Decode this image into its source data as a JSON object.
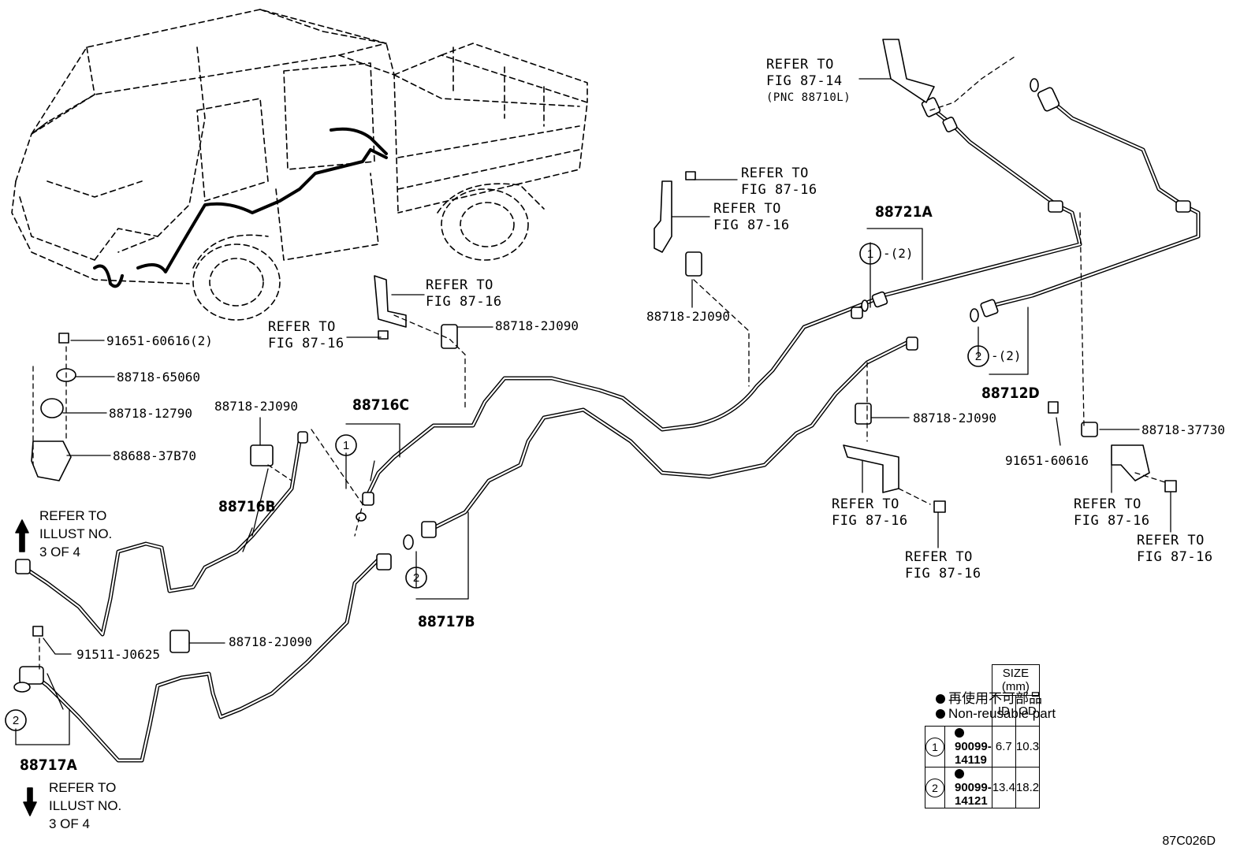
{
  "labels": {
    "refer_87_14_a": "REFER TO",
    "refer_87_14_b": "FIG 87-14",
    "refer_87_14_c": "(PNC 88710L)",
    "refer_to": "REFER TO",
    "fig_87_16": "FIG 87-16",
    "refer_illust_a": "REFER TO",
    "refer_illust_b": "ILLUST NO.",
    "refer_illust_c": "3 OF 4"
  },
  "parts": {
    "p_88721A": "88721A",
    "p_88712D": "88712D",
    "p_88716C": "88716C",
    "p_88716B": "88716B",
    "p_88717B": "88717B",
    "p_88717A": "88717A",
    "p_91651_60616_2": "91651-60616(2)",
    "p_88718_65060": "88718-65060",
    "p_88718_12790": "88718-12790",
    "p_88688_37B70": "88688-37B70",
    "p_88718_2J090": "88718-2J090",
    "p_88718_37730": "88718-37730",
    "p_91651_60616": "91651-60616",
    "p_91511_J0625": "91511-J0625",
    "qty2": "-(2)",
    "ref1": "1",
    "ref2": "2"
  },
  "legend": {
    "nonreuse_jp": "再使用不可部品",
    "nonreuse_en": "Non-reusable part",
    "size_header": "SIZE (mm)",
    "id_header": "ID",
    "od_header": "OD",
    "rows": [
      {
        "ref": "1",
        "part": "90099-14119",
        "id": "6.7",
        "od": "10.3"
      },
      {
        "ref": "2",
        "part": "90099-14121",
        "id": "13.4",
        "od": "18.2"
      }
    ]
  },
  "figure_code": "87C026D"
}
